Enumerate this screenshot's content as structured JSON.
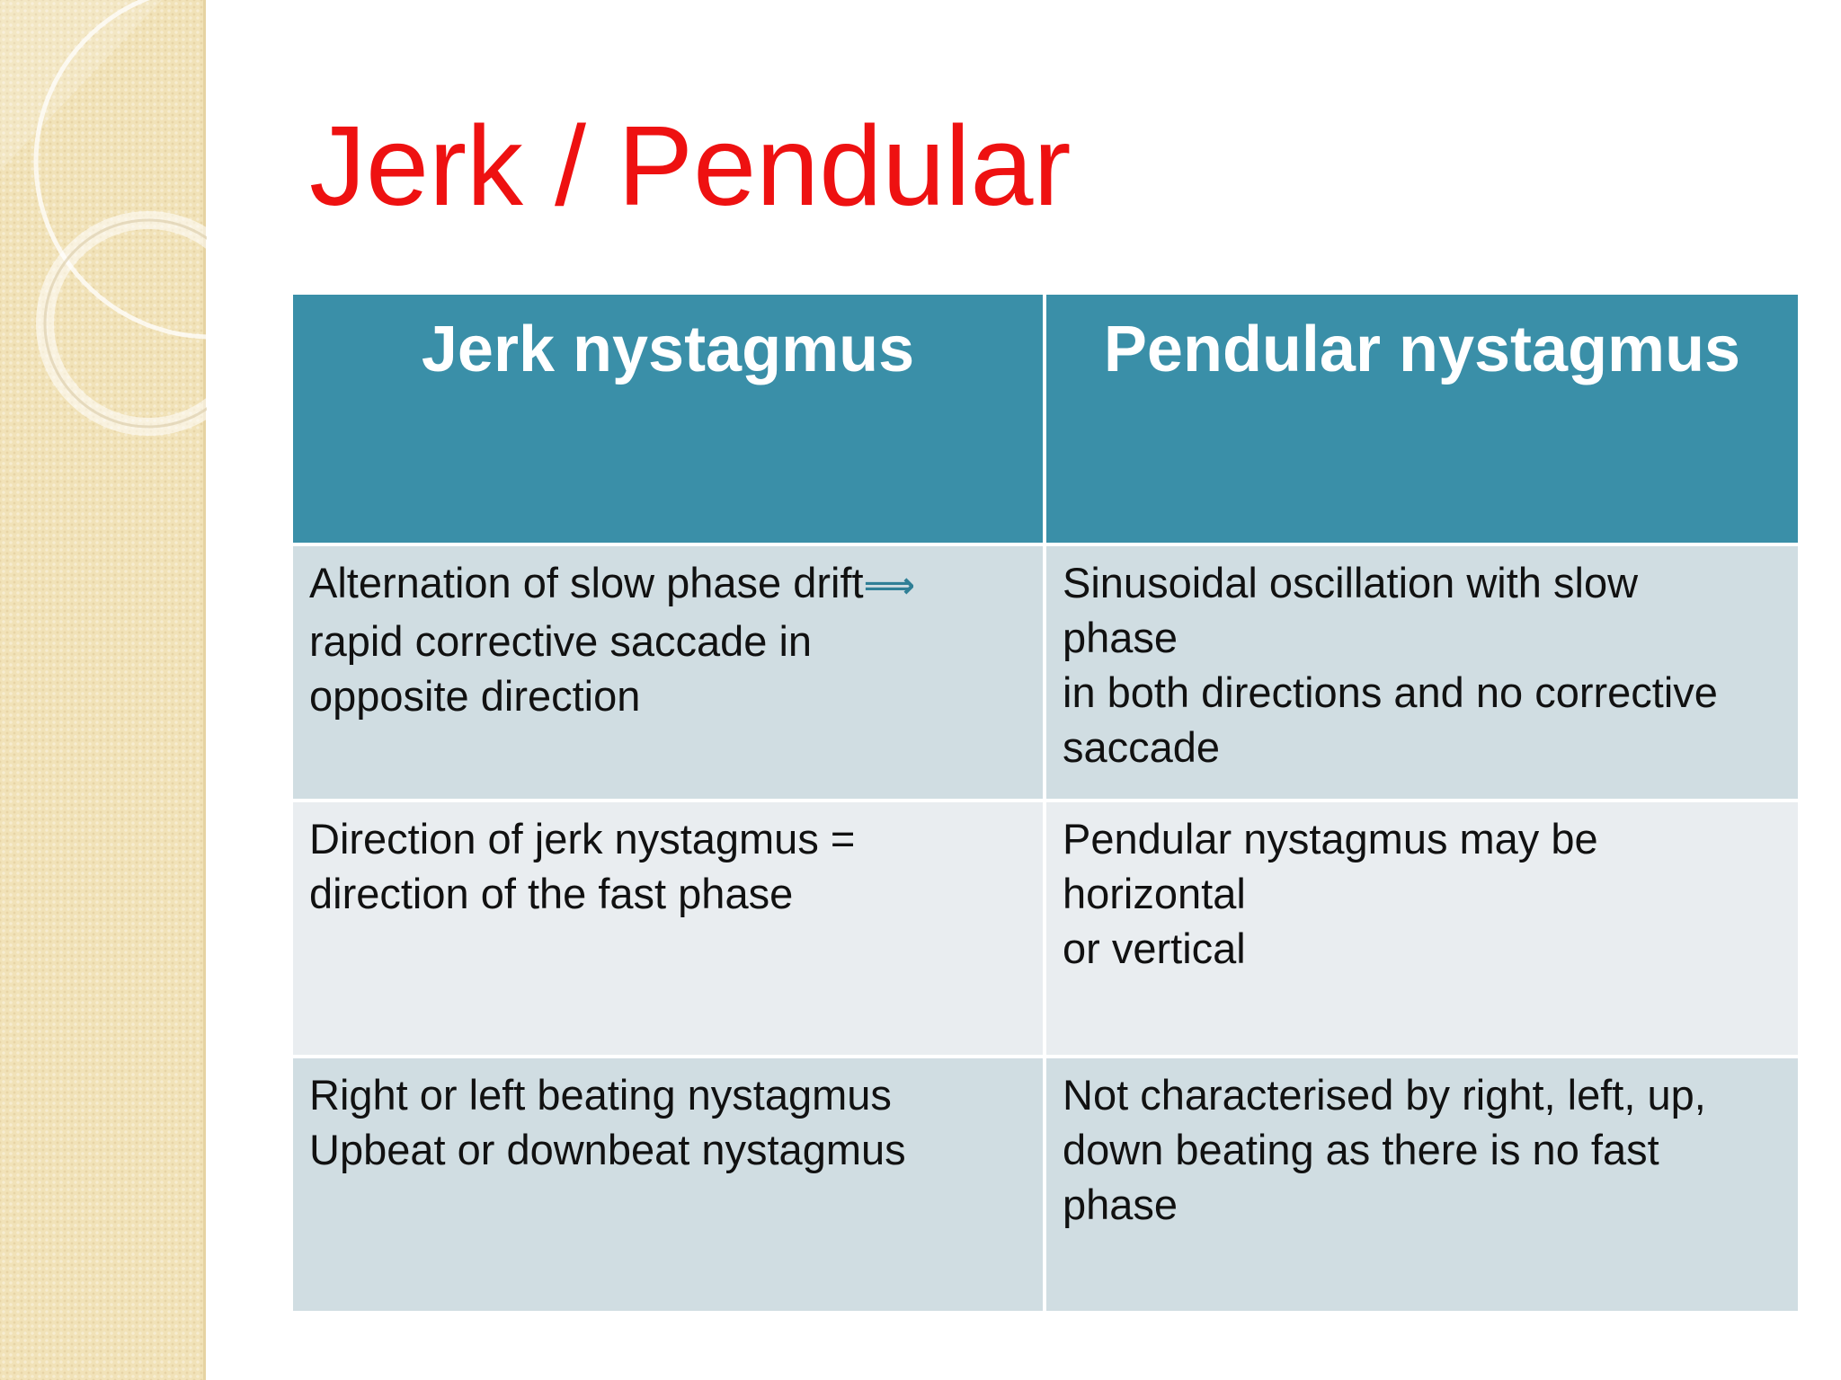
{
  "slide": {
    "title": "Jerk / Pendular"
  },
  "table": {
    "headers": [
      "Jerk nystagmus",
      "Pendular nystagmus"
    ],
    "rows": [
      {
        "left": {
          "lines": [
            "Alternation of slow phase drift",
            "rapid corrective saccade in",
            "opposite direction"
          ],
          "arrow_icon": "⟹"
        },
        "right": {
          "lines": [
            "Sinusoidal oscillation with slow",
            "phase",
            "in both directions and no corrective",
            "saccade"
          ]
        }
      },
      {
        "left": {
          "lines": [
            "Direction of jerk nystagmus =",
            "direction of the fast phase"
          ]
        },
        "right": {
          "lines": [
            "Pendular nystagmus may be",
            "horizontal",
            "or vertical"
          ]
        }
      },
      {
        "left": {
          "lines": [
            "Right or left beating nystagmus",
            "Upbeat or downbeat nystagmus"
          ]
        },
        "right": {
          "lines": [
            "Not characterised by right, left, up,",
            "down beating as there is no fast",
            "phase"
          ]
        }
      }
    ]
  },
  "colors": {
    "title": "#ee1111",
    "header_bg": "#3a8fa8",
    "row_odd_bg": "#d0dde2",
    "row_even_bg": "#e9edf0"
  }
}
